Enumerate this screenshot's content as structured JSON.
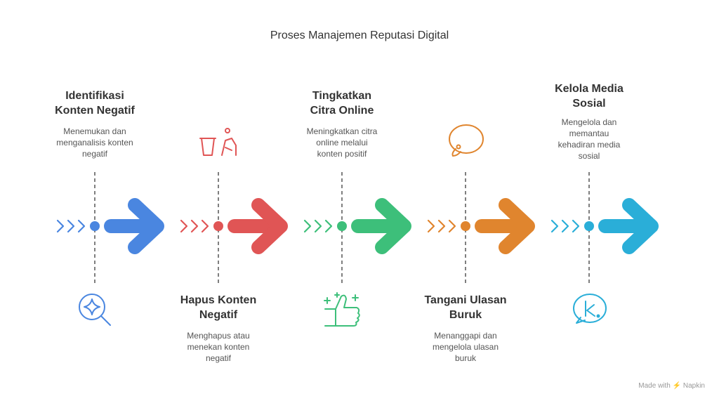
{
  "title": "Proses Manajemen Reputasi Digital",
  "steps": [
    {
      "title_line1": "Identifikasi",
      "title_line2": "Konten Negatif",
      "desc_line1": "Menemukan dan",
      "desc_line2": "menganalisis konten",
      "desc_line3": "negatif",
      "color": "#4a86e0",
      "icon": "search-sparkle-icon",
      "position": "top"
    },
    {
      "title_line1": "Hapus Konten",
      "title_line2": "Negatif",
      "desc_line1": "Menghapus atau",
      "desc_line2": "menekan konten",
      "desc_line3": "negatif",
      "color": "#e05555",
      "icon": "trash-remove-icon",
      "position": "bottom"
    },
    {
      "title_line1": "Tingkatkan",
      "title_line2": "Citra Online",
      "desc_line1": "Meningkatkan citra",
      "desc_line2": "online melalui",
      "desc_line3": "konten positif",
      "color": "#3dbf7a",
      "icon": "thumbs-up-icon",
      "position": "top"
    },
    {
      "title_line1": "Tangani Ulasan",
      "title_line2": "Buruk",
      "desc_line1": "Menanggapi dan",
      "desc_line2": "mengelola ulasan",
      "desc_line3": "buruk",
      "color": "#e0852e",
      "icon": "speech-bubble-icon",
      "position": "bottom"
    },
    {
      "title_line1": "Kelola Media",
      "title_line2": "Sosial",
      "desc_line1": "Mengelola dan",
      "desc_line2": "memantau",
      "desc_line3": "kehadiran media",
      "desc_line4": "sosial",
      "color": "#2aaed8",
      "icon": "social-k-icon",
      "position": "top"
    }
  ],
  "watermark": "Made with ⚡ Napkin"
}
